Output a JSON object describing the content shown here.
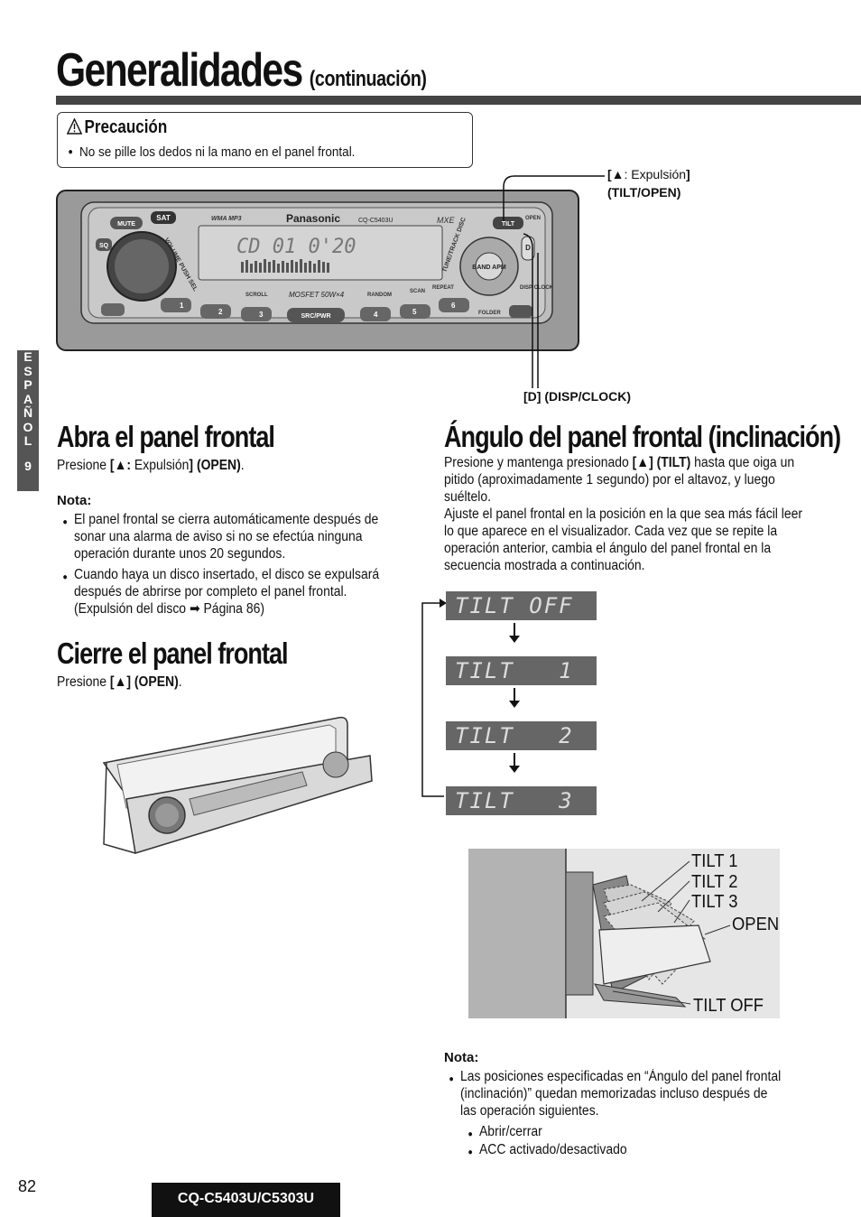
{
  "header": {
    "title": "Generalidades",
    "subtitle": "(continuación)"
  },
  "caution": {
    "title": "Precaución",
    "text": "No se pille los dedos ni la mano en el panel frontal."
  },
  "unit": {
    "brand": "Panasonic",
    "model": "CQ-C5403U",
    "display_text": "CD 01  0'20",
    "buttons": [
      "MUTE",
      "SQ",
      "SRC/PWR",
      "FOLDER",
      "SCROLL",
      "RANDOM",
      "SCAN",
      "REPEAT",
      "OPEN",
      "D",
      "DISP CLOCK"
    ],
    "logo_sat": "SAT",
    "logo_wma": "WMA MP3",
    "logo_mxe": "MXE",
    "mosfet": "MOSFET 50W×4",
    "band": "BAND APM",
    "tilt_button": "TILT",
    "presets": [
      "1",
      "2",
      "3",
      "4",
      "5",
      "6"
    ],
    "volume_label": "VOLUME PUSH SEL",
    "tune_label": "TUNE/TRACK DISC"
  },
  "callouts": {
    "eject_line1_bold_open": "[",
    "eject_symbol": "▲",
    "eject_line1": ": Expulsión",
    "eject_line1_close": "]",
    "eject_line2": "(TILT/OPEN)",
    "disp_clock": "[D] (DISP/CLOCK)"
  },
  "side_tab": {
    "letters": [
      "E",
      "S",
      "P",
      "A",
      "Ñ",
      "O",
      "L"
    ],
    "number": "9"
  },
  "open_section": {
    "title": "Abra el panel frontal",
    "text_pre": "Presione ",
    "text_key": "[▲: ",
    "text_key_normal": "Expulsión",
    "text_key_end": "] (OPEN)",
    "text_post": ".",
    "nota_label": "Nota:",
    "notes": [
      "El panel frontal se cierra automáticamente después de sonar una alarma de aviso si no se efectúa ninguna operación durante unos 20 segundos.",
      "Cuando haya un disco insertado, el disco se expulsará después de abrirse por completo el panel frontal. (Expulsión del disco ➡ Página 86)"
    ]
  },
  "close_section": {
    "title": "Cierre el panel frontal",
    "text_pre": "Presione ",
    "text_key": "[▲] (OPEN)",
    "text_post": "."
  },
  "tilt_section": {
    "title": "Ángulo del panel frontal (inclinación)",
    "p1_pre": "Presione y mantenga presionado ",
    "p1_key": "[▲] (TILT)",
    "p1_post": " hasta que oiga un pitido (aproximadamente 1 segundo) por el altavoz, y luego suéltelo.",
    "p2": "Ajuste el panel frontal en la posición en la que sea más fácil leer lo que aparece en el visualizador. Cada vez que se repite la operación anterior, cambia el ángulo del panel frontal en la secuencia mostrada a continuación.",
    "sequence": [
      "TILT OFF",
      "TILT   1",
      "TILT   2",
      "TILT   3"
    ],
    "diagram_labels": [
      "TILT 1",
      "TILT 2",
      "TILT 3",
      "OPEN",
      "TILT OFF"
    ],
    "nota_label": "Nota:",
    "note": "Las posiciones especificadas en “Ángulo del panel frontal (inclinación)” quedan memorizadas incluso después de las operación siguientes.",
    "sub_notes": [
      "Abrir/cerrar",
      "ACC activado/desactivado"
    ]
  },
  "footer": {
    "page": "82",
    "model": "CQ-C5403U/C5303U"
  }
}
